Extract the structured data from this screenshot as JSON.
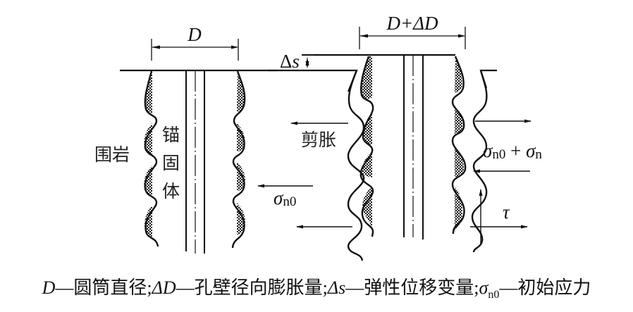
{
  "figure": {
    "left_panel": {
      "dimension_label": "D",
      "rock_label": "围岩",
      "anchor_label_chars": [
        "锚",
        "固",
        "体"
      ],
      "stress_symbol": "σ",
      "stress_subscript": "n0"
    },
    "right_panel": {
      "dimension_label": "D+ΔD",
      "displacement_label_delta": "Δ",
      "displacement_label_var": "s",
      "dilation_label": "剪胀",
      "stress_sum_symbol_1": "σ",
      "stress_sum_subscript_1": "n0",
      "stress_sum_operator": " + ",
      "stress_sum_symbol_2": "σ",
      "stress_sum_subscript_2": "n",
      "shear_label": "τ"
    },
    "caption": {
      "items": [
        {
          "symbol": "D",
          "sub": "",
          "desc": "—圆筒直径;"
        },
        {
          "symbol": "ΔD",
          "sub": "",
          "desc": "—孔壁径向膨胀量;"
        },
        {
          "symbol": "Δs",
          "sub": "",
          "desc": "—弹性位移变量;"
        },
        {
          "symbol": "σ",
          "sub": "n0",
          "desc": "—初始应力"
        }
      ]
    }
  }
}
